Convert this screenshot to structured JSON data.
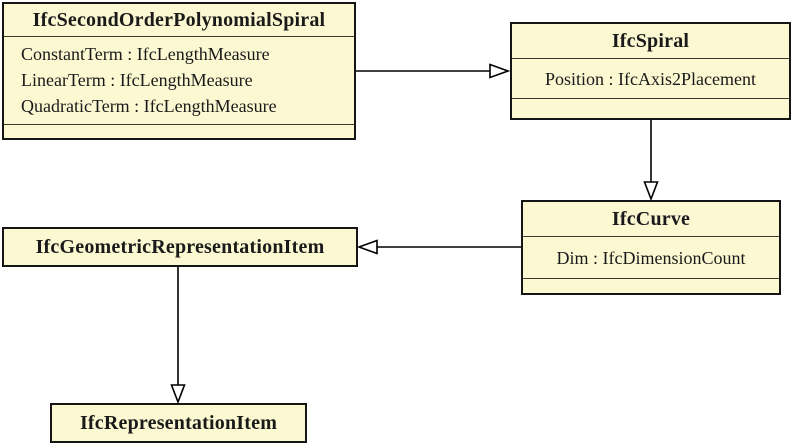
{
  "diagram": {
    "kind": "uml-class-inheritance-diagram",
    "colors": {
      "node_fill": "#FCF8D2",
      "node_border": "#151515",
      "compartment_divider": "#3A3A2C",
      "edge": "#000000",
      "arrowhead_fill": "#FFFFFF",
      "background": "#FFFFFF"
    },
    "nodes": [
      {
        "id": "IfcSecondOrderPolynomialSpiral",
        "title": "IfcSecondOrderPolynomialSpiral",
        "attributes": [
          "ConstantTerm : IfcLengthMeasure",
          "LinearTerm : IfcLengthMeasure",
          "QuadraticTerm : IfcLengthMeasure"
        ]
      },
      {
        "id": "IfcSpiral",
        "title": "IfcSpiral",
        "attributes": [
          "Position : IfcAxis2Placement"
        ]
      },
      {
        "id": "IfcCurve",
        "title": "IfcCurve",
        "attributes": [
          "Dim : IfcDimensionCount"
        ]
      },
      {
        "id": "IfcGeometricRepresentationItem",
        "title": "IfcGeometricRepresentationItem",
        "attributes": []
      },
      {
        "id": "IfcRepresentationItem",
        "title": "IfcRepresentationItem",
        "attributes": []
      }
    ],
    "edges": [
      {
        "from": "IfcSecondOrderPolynomialSpiral",
        "to": "IfcSpiral",
        "type": "generalization"
      },
      {
        "from": "IfcSpiral",
        "to": "IfcCurve",
        "type": "generalization"
      },
      {
        "from": "IfcCurve",
        "to": "IfcGeometricRepresentationItem",
        "type": "generalization"
      },
      {
        "from": "IfcGeometricRepresentationItem",
        "to": "IfcRepresentationItem",
        "type": "generalization"
      }
    ]
  }
}
